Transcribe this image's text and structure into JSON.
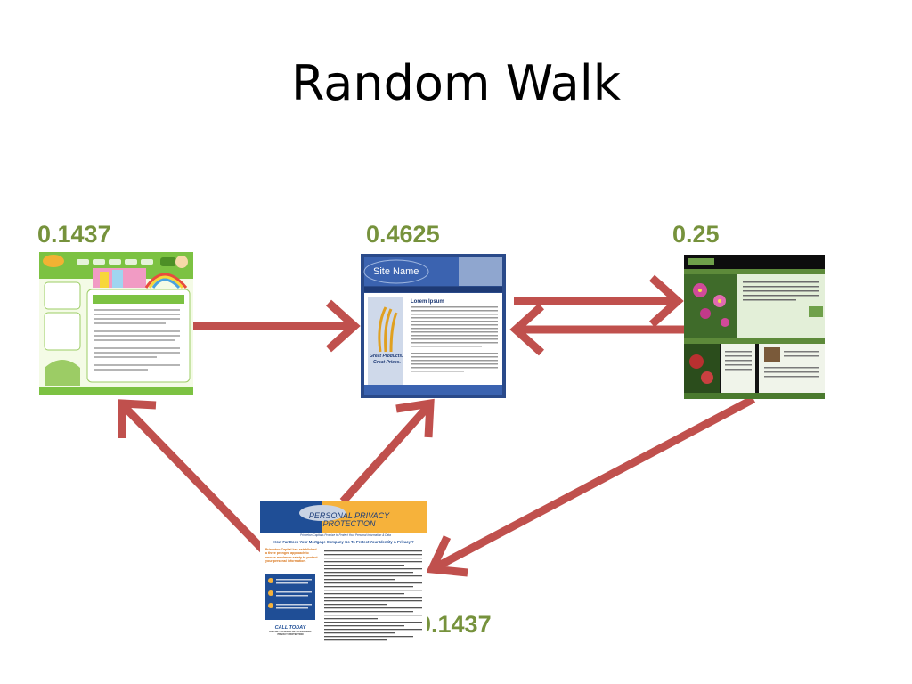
{
  "slide": {
    "title": "Random Walk"
  },
  "nodes": [
    {
      "id": "green-site",
      "score": "0.1437"
    },
    {
      "id": "site-name",
      "score": "0.4625",
      "mini": {
        "site_name": "Site Name",
        "heading": "Lorem Ipsum",
        "tagline1": "Great Products.",
        "tagline2": "Great Prices."
      }
    },
    {
      "id": "flower-site",
      "score": "0.25"
    },
    {
      "id": "privacy-site",
      "score": "0.1437",
      "mini": {
        "title1": "PERSONAL PRIVACY",
        "title2": "PROTECTION",
        "subtitle": "Princeton Capital's Promise to Protect Your Personal Information & Data",
        "question": "How Far Does Your Mortgage Company Go To Protect Your Identity & Privacy ?",
        "lead": "Princeton Capital has established a three pronged approach to ensure maximum safety to protect your personal information.",
        "cta1": "CALL TODAY",
        "cta2": "AND GET COVERED WITH PERSONAL PRIVACY PROTECTION"
      }
    }
  ],
  "colors": {
    "arrow": "#c0504d",
    "score": "#76923c"
  }
}
